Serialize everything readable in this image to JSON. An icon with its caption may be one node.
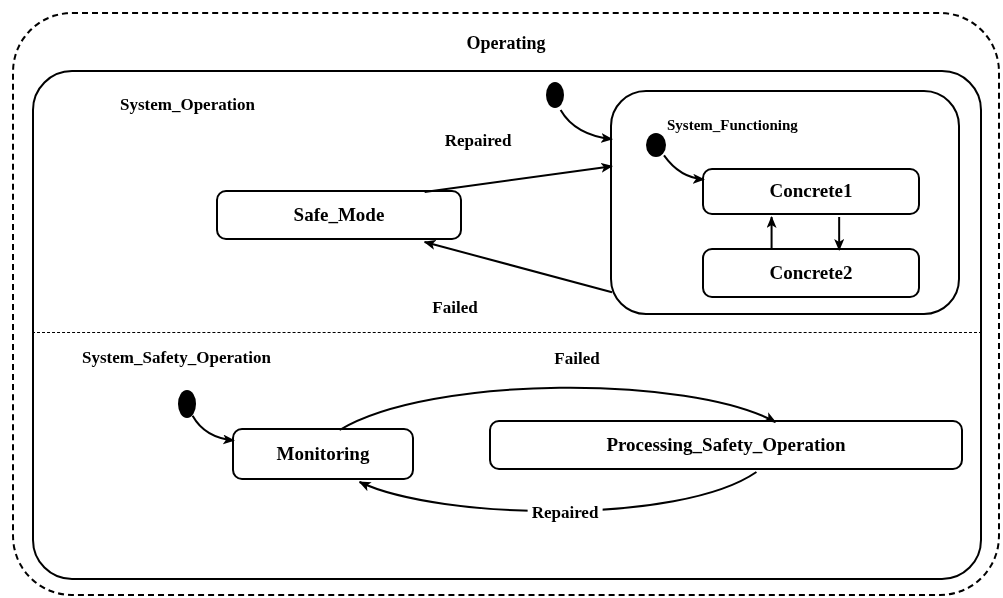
{
  "diagram": {
    "nodes": [
      {
        "text": [
          "Operating"
        ]
      },
      {
        "text": [],
        "shape": "box",
        "in": 0
      },
      {
        "text": [
          "System_Operation"
        ],
        "in": 1
      },
      {
        "text": [
          "System_Safety_Operation"
        ],
        "in": 1
      },
      {
        "text": [],
        "shape": "circle",
        "in": 2
      },
      {
        "text": [
          "System_Functioning"
        ],
        "in": 2
      },
      {
        "text": [
          "Safe_Mode"
        ],
        "in": 2
      },
      {
        "text": [],
        "shape": "circle",
        "in": 5
      },
      {
        "text": [
          "Concrete1"
        ],
        "in": 5
      },
      {
        "text": [
          "Concrete2"
        ],
        "in": 5
      },
      {
        "text": [],
        "shape": "circle",
        "in": 3
      },
      {
        "text": [
          "Monitoring"
        ],
        "in": 3
      },
      {
        "text": [
          "Processing_Safety_Operation"
        ],
        "in": 3
      }
    ],
    "edges": [
      {
        "from": 4,
        "to": 5,
        "arrow": "to"
      },
      {
        "from": 6,
        "to": 5,
        "arrow": "to",
        "label": "Repaired"
      },
      {
        "from": 5,
        "to": 6,
        "arrow": "to",
        "label": "Failed"
      },
      {
        "from": 7,
        "to": 8,
        "arrow": "to"
      },
      {
        "from": 9,
        "to": 8,
        "arrow": "to"
      },
      {
        "from": 8,
        "to": 9,
        "arrow": "to"
      },
      {
        "from": 10,
        "to": 11,
        "arrow": "to"
      },
      {
        "from": 11,
        "to": 12,
        "arrow": "to",
        "label": "Failed"
      },
      {
        "from": 12,
        "to": 11,
        "arrow": "to",
        "label": "Repaired"
      }
    ]
  }
}
